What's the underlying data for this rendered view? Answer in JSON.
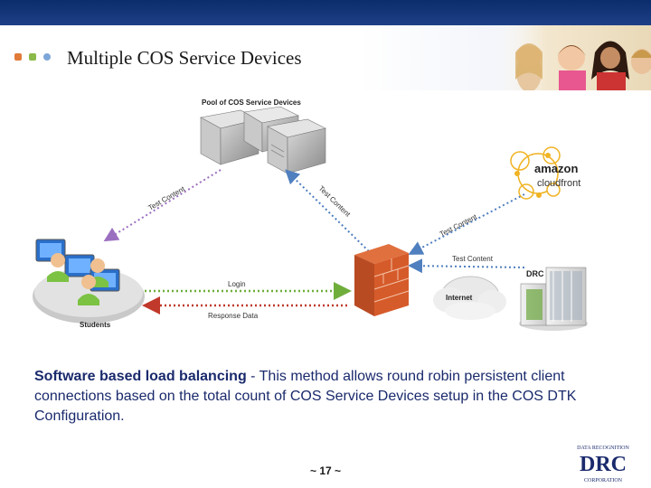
{
  "header": {
    "title": "Multiple COS Service Devices"
  },
  "diagram": {
    "pool_label": "Pool of COS Service Devices",
    "test_content_left": "Test Content",
    "test_content_right": "Test Content",
    "test_content_cloud": "Test Content",
    "test_content_drc": "Test Content",
    "login": "Login",
    "response_data": "Response Data",
    "students": "Students",
    "internet": "Internet",
    "drc": "DRC",
    "cloudfront_top": "amazon",
    "cloudfront_bottom": "cloudfront"
  },
  "body": {
    "bold": "Software based load balancing",
    "rest": " - This method allows round robin persistent client connections based on the total count of COS Service Devices setup in the COS DTK Configuration."
  },
  "footer": {
    "page": "~ 17 ~",
    "logo_top": "DATA RECOGNITION",
    "logo_main": "DRC",
    "logo_bottom": "CORPORATION"
  },
  "colors": {
    "dot1": "#e07b39",
    "dot2": "#8bb94a",
    "dot3": "#7ea6d8",
    "blue_arrow": "#4f7fbf",
    "purple_arrow": "#9b6fc0",
    "green_arrow": "#6fae3b",
    "red_arrow": "#c0392b",
    "cloudfront": "#f0b323"
  }
}
